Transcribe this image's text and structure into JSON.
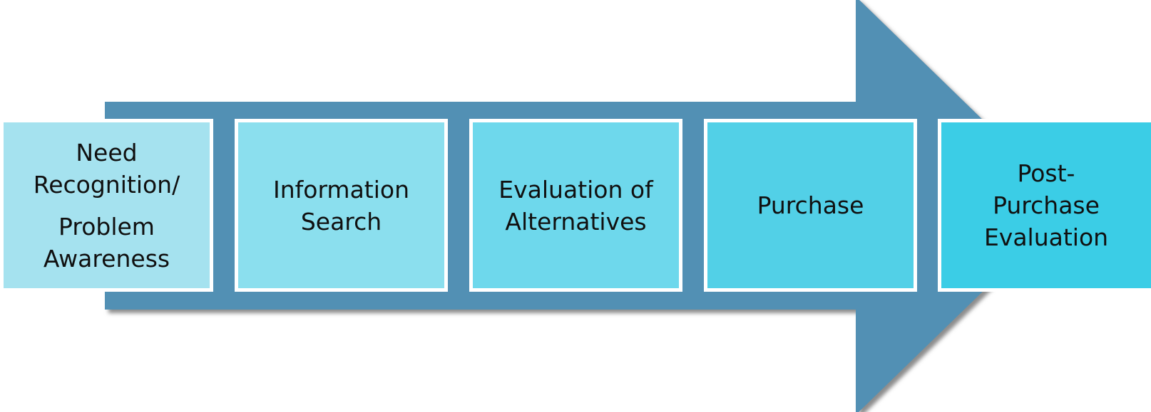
{
  "diagram": {
    "type": "process-flow-arrow",
    "direction": "right",
    "text_color": "#101010",
    "box_border_color": "#ffffff"
  },
  "arrow": {
    "color": "#5290b4",
    "shadow_color": "#8a8a8a"
  },
  "stages": [
    {
      "name": "need-recognition",
      "label": "Need Recognition/ Problem Awareness",
      "paragraphs": [
        "Need Recognition/",
        "Problem Awareness"
      ],
      "color": "#a5e2ef"
    },
    {
      "name": "information-search",
      "label": "Information Search",
      "paragraphs": [
        "Information Search"
      ],
      "color": "#8bdfee"
    },
    {
      "name": "evaluation-of-alternatives",
      "label": "Evaluation of Alternatives",
      "paragraphs": [
        "Evaluation of Alternatives"
      ],
      "color": "#6ed8ec"
    },
    {
      "name": "purchase",
      "label": "Purchase",
      "paragraphs": [
        "Purchase"
      ],
      "color": "#52d0e7"
    },
    {
      "name": "post-purchase-evaluation",
      "label": "Post-Purchase Evaluation",
      "paragraphs": [
        "Post-",
        "Purchase",
        "Evaluation"
      ],
      "color": "#3bcde6"
    }
  ]
}
